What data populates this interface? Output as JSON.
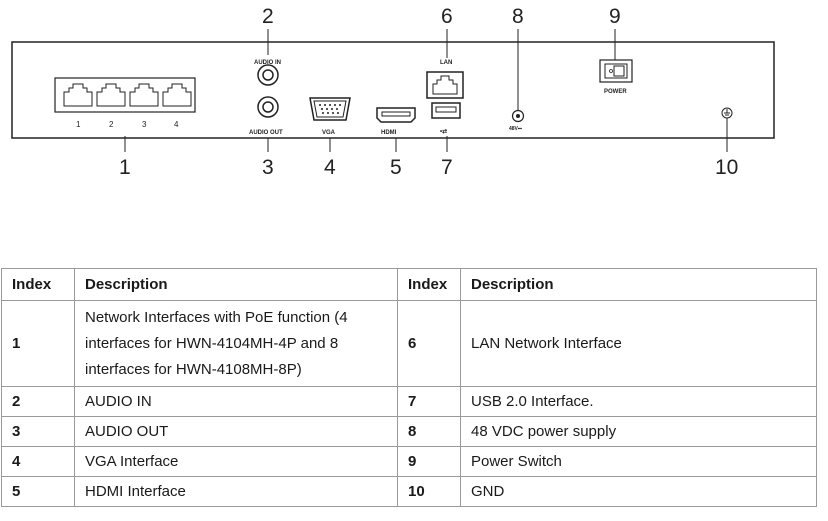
{
  "diagram": {
    "callouts": [
      "2",
      "6",
      "8",
      "9",
      "1",
      "3",
      "4",
      "5",
      "7",
      "10"
    ],
    "port_labels": {
      "audio_in": "AUDIO IN",
      "audio_out": "AUDIO OUT",
      "vga": "VGA",
      "hdmi": "HDMI",
      "lan": "LAN",
      "usb": "•⇄",
      "dc": "48V⎓",
      "power": "POWER"
    },
    "poe_port_numbers": [
      "1",
      "2",
      "3",
      "4"
    ]
  },
  "table": {
    "headers": [
      "Index",
      "Description",
      "Index",
      "Description"
    ],
    "rows": [
      {
        "left_index": "1",
        "left_desc": "Network Interfaces with PoE function (4 interfaces for HWN-4104MH-4P and 8 interfaces for HWN-4108MH-8P)",
        "right_index": "6",
        "right_desc": "LAN Network Interface"
      },
      {
        "left_index": "2",
        "left_desc": "AUDIO IN",
        "right_index": "7",
        "right_desc": "USB 2.0 Interface."
      },
      {
        "left_index": "3",
        "left_desc": "AUDIO OUT",
        "right_index": "8",
        "right_desc": "48 VDC power supply"
      },
      {
        "left_index": "4",
        "left_desc": "VGA Interface",
        "right_index": "9",
        "right_desc": "Power Switch"
      },
      {
        "left_index": "5",
        "left_desc": "HDMI Interface",
        "right_index": "10",
        "right_desc": "GND"
      }
    ]
  }
}
